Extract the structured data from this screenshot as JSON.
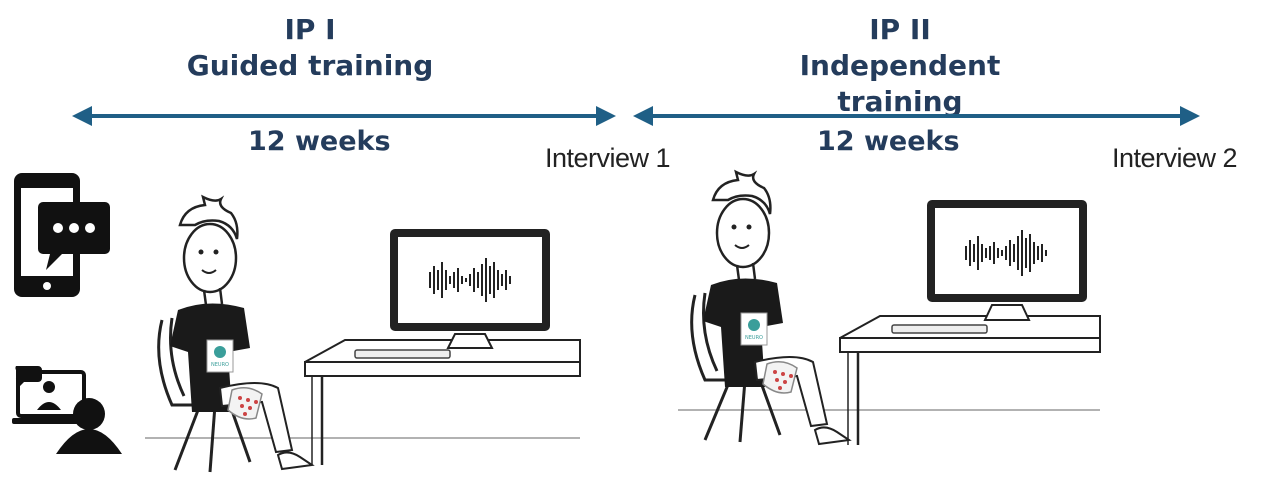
{
  "phases": [
    {
      "id": "IP I",
      "name": "Guided training",
      "duration": "12 weeks",
      "interview": "Interview 1"
    },
    {
      "id": "IP II",
      "name": "Independent training",
      "duration": "12 weeks",
      "interview": "Interview 2"
    }
  ],
  "colors": {
    "arrow": "#1f5f86",
    "title": "#243c5c",
    "badge": "#3a9e9a"
  },
  "icons": [
    "smartphone-chat-icon",
    "video-call-icon"
  ],
  "badge_text": "NEURO"
}
